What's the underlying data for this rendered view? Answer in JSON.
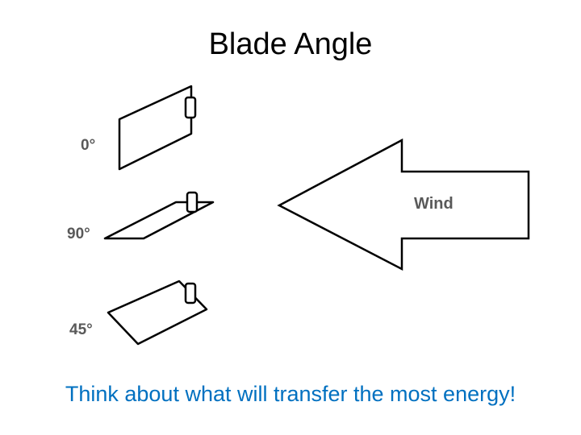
{
  "title": "Blade Angle",
  "labels": {
    "angle_0": "0°",
    "angle_90": "90°",
    "angle_45": "45°",
    "wind": "Wind"
  },
  "caption": "Think about what will transfer the most energy!",
  "colors": {
    "caption": "#0070c0",
    "label": "#595959",
    "stroke": "#000000"
  }
}
